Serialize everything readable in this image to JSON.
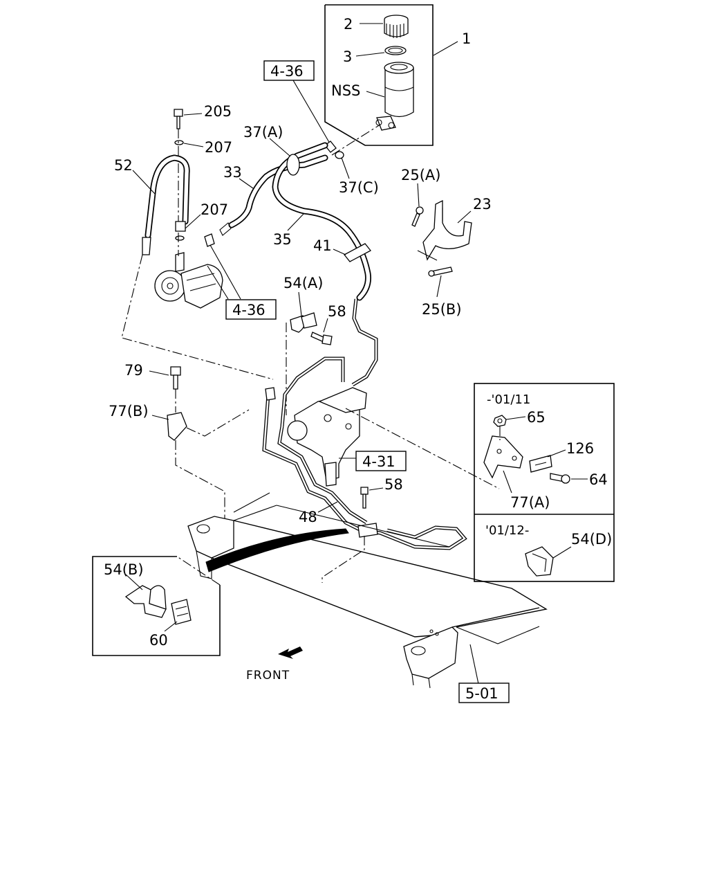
{
  "diagram": {
    "part_numbers": {
      "p1": "1",
      "p2": "2",
      "p3": "3",
      "nss": "NSS",
      "p205": "205",
      "p207a": "207",
      "p207b": "207",
      "p52": "52",
      "p37a": "37(A)",
      "p37c": "37(C)",
      "p33": "33",
      "p35": "35",
      "p41": "41",
      "p25a": "25(A)",
      "p25b": "25(B)",
      "p23": "23",
      "p54a": "54(A)",
      "p58a": "58",
      "p58b": "58",
      "p79": "79",
      "p77b": "77(B)",
      "p48": "48",
      "p65": "65",
      "p126": "126",
      "p64": "64",
      "p77a": "77(A)",
      "p54d": "54(D)",
      "p54b": "54(B)",
      "p60": "60"
    },
    "references": {
      "ref_436_top": "4-36",
      "ref_436_pump": "4-36",
      "ref_431": "4-31",
      "ref_501": "5-01"
    },
    "inset_dates": {
      "upto": "-'01/11",
      "from": "'01/12-"
    },
    "front_label": "FRONT"
  }
}
